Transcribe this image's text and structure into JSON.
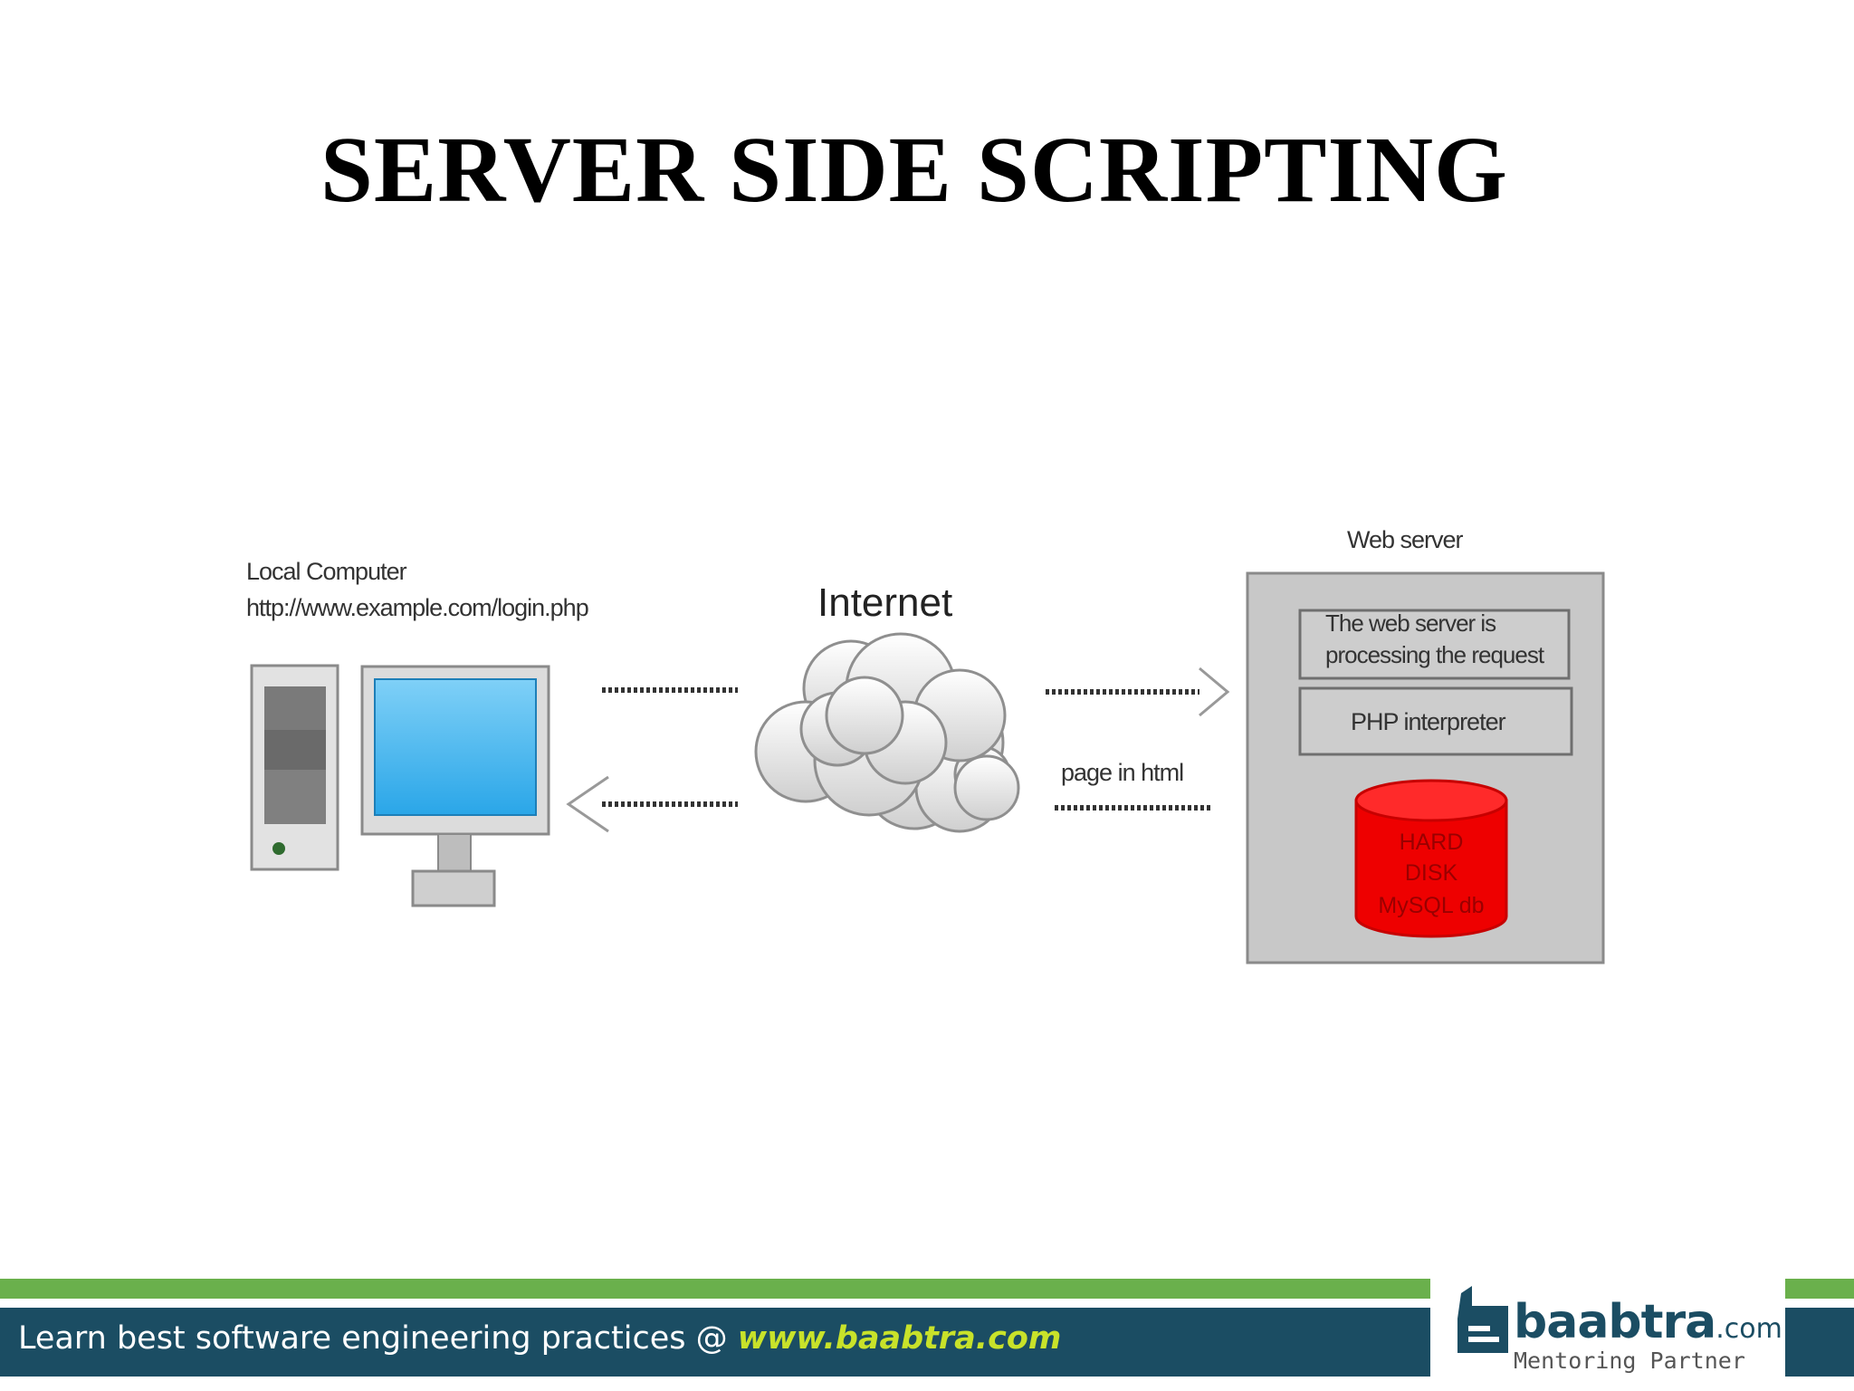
{
  "slide": {
    "title": "SERVER SIDE SCRIPTING"
  },
  "diagram": {
    "local_computer_label": "Local Computer",
    "url": "http://www.example.com/login.php",
    "internet_label": "Internet",
    "web_server_label": "Web server",
    "processing_line1": "The web server is",
    "processing_line2": "processing the request",
    "php_interpreter": "PHP interpreter",
    "disk_line1": "HARD",
    "disk_line2": "DISK",
    "disk_line3": "MySQL db",
    "response_label": "page in html",
    "colors": {
      "monitor_screen": "#3fb5ef",
      "disk": "#ee0000",
      "server_box": "#c8c8c8"
    },
    "icons": [
      "desktop-computer-icon",
      "cloud-icon",
      "database-icon"
    ]
  },
  "footer": {
    "tagline": "Learn best software engineering practices @ ",
    "link": "www.baabtra.com",
    "logo_name": "baabtra",
    "logo_suffix": ".com",
    "logo_tag": "Mentoring Partner",
    "colors": {
      "bar": "#1b4d63",
      "stripe": "#6ab04c",
      "link": "#c8e22a"
    }
  }
}
